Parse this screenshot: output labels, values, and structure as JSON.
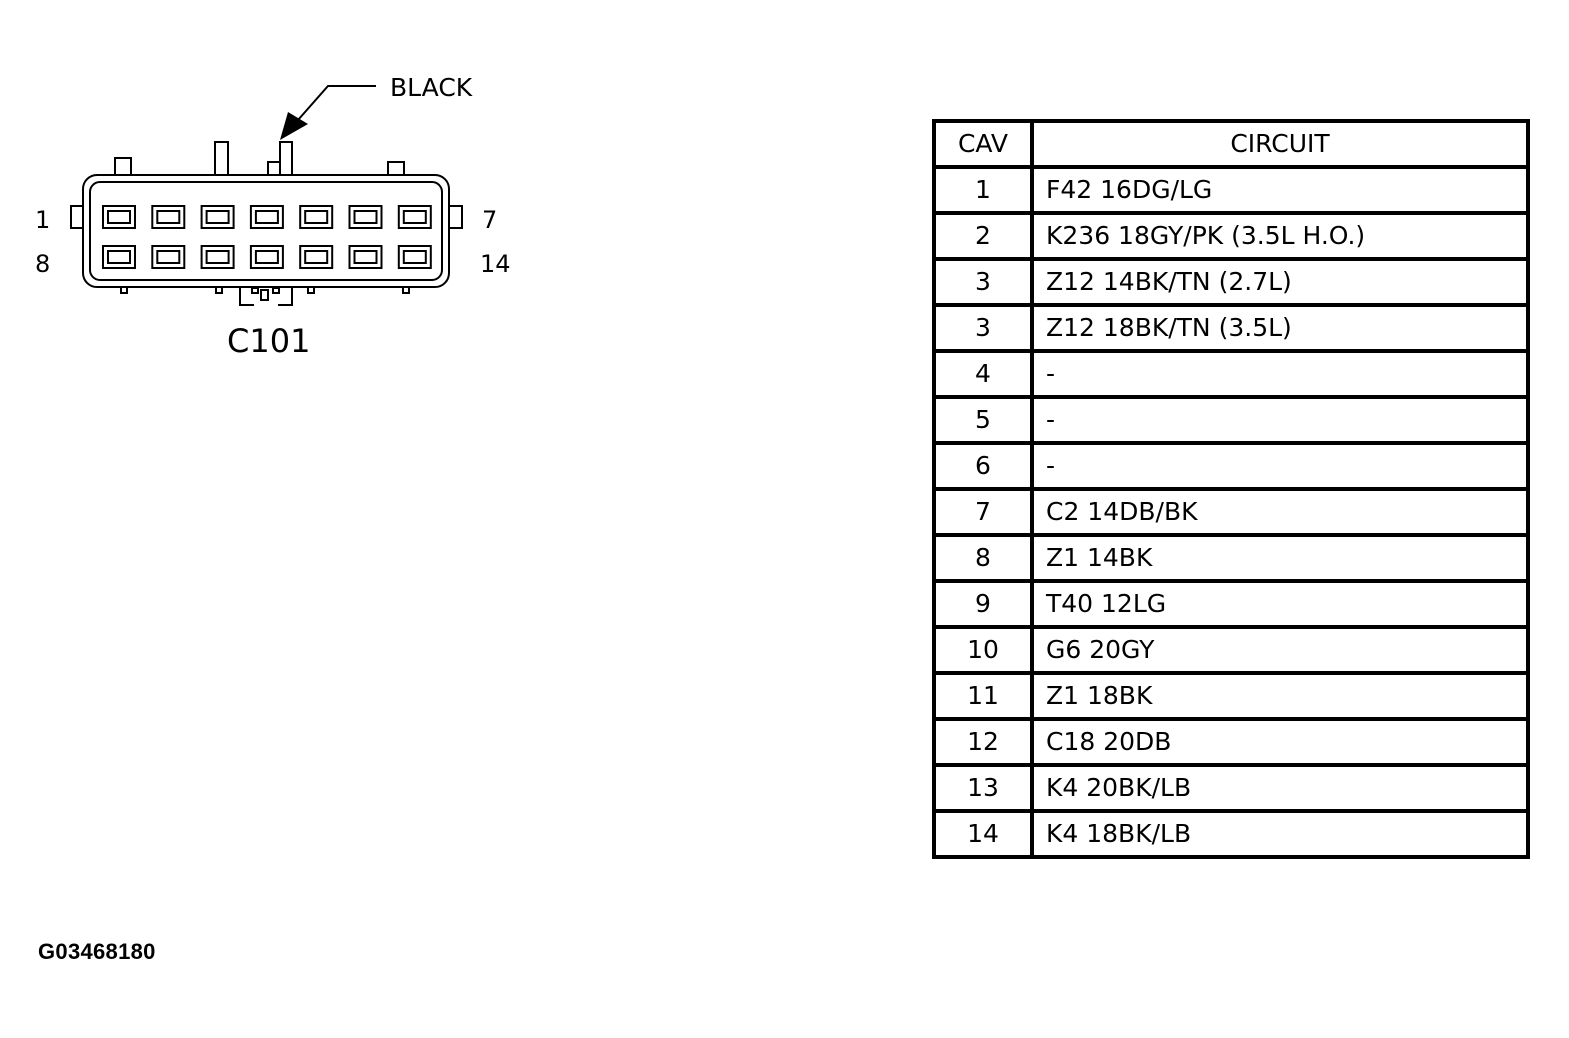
{
  "connector": {
    "name": "C101",
    "color_callout": "BLACK",
    "pin_labels": {
      "top_left": "1",
      "top_right": "7",
      "bottom_left": "8",
      "bottom_right": "14"
    }
  },
  "table": {
    "headers": {
      "cav": "CAV",
      "circuit": "CIRCUIT"
    },
    "rows": [
      {
        "cav": "1",
        "circuit": "F42 16DG/LG"
      },
      {
        "cav": "2",
        "circuit": "K236 18GY/PK (3.5L H.O.)"
      },
      {
        "cav": "3",
        "circuit": "Z12 14BK/TN (2.7L)"
      },
      {
        "cav": "3",
        "circuit": "Z12 18BK/TN (3.5L)"
      },
      {
        "cav": "4",
        "circuit": "-"
      },
      {
        "cav": "5",
        "circuit": "-"
      },
      {
        "cav": "6",
        "circuit": "-"
      },
      {
        "cav": "7",
        "circuit": "C2 14DB/BK"
      },
      {
        "cav": "8",
        "circuit": "Z1 14BK"
      },
      {
        "cav": "9",
        "circuit": "T40 12LG"
      },
      {
        "cav": "10",
        "circuit": "G6 20GY"
      },
      {
        "cav": "11",
        "circuit": "Z1 18BK"
      },
      {
        "cav": "12",
        "circuit": "C18 20DB"
      },
      {
        "cav": "13",
        "circuit": "K4 20BK/LB"
      },
      {
        "cav": "14",
        "circuit": "K4 18BK/LB"
      }
    ]
  },
  "figure_id": "G03468180"
}
